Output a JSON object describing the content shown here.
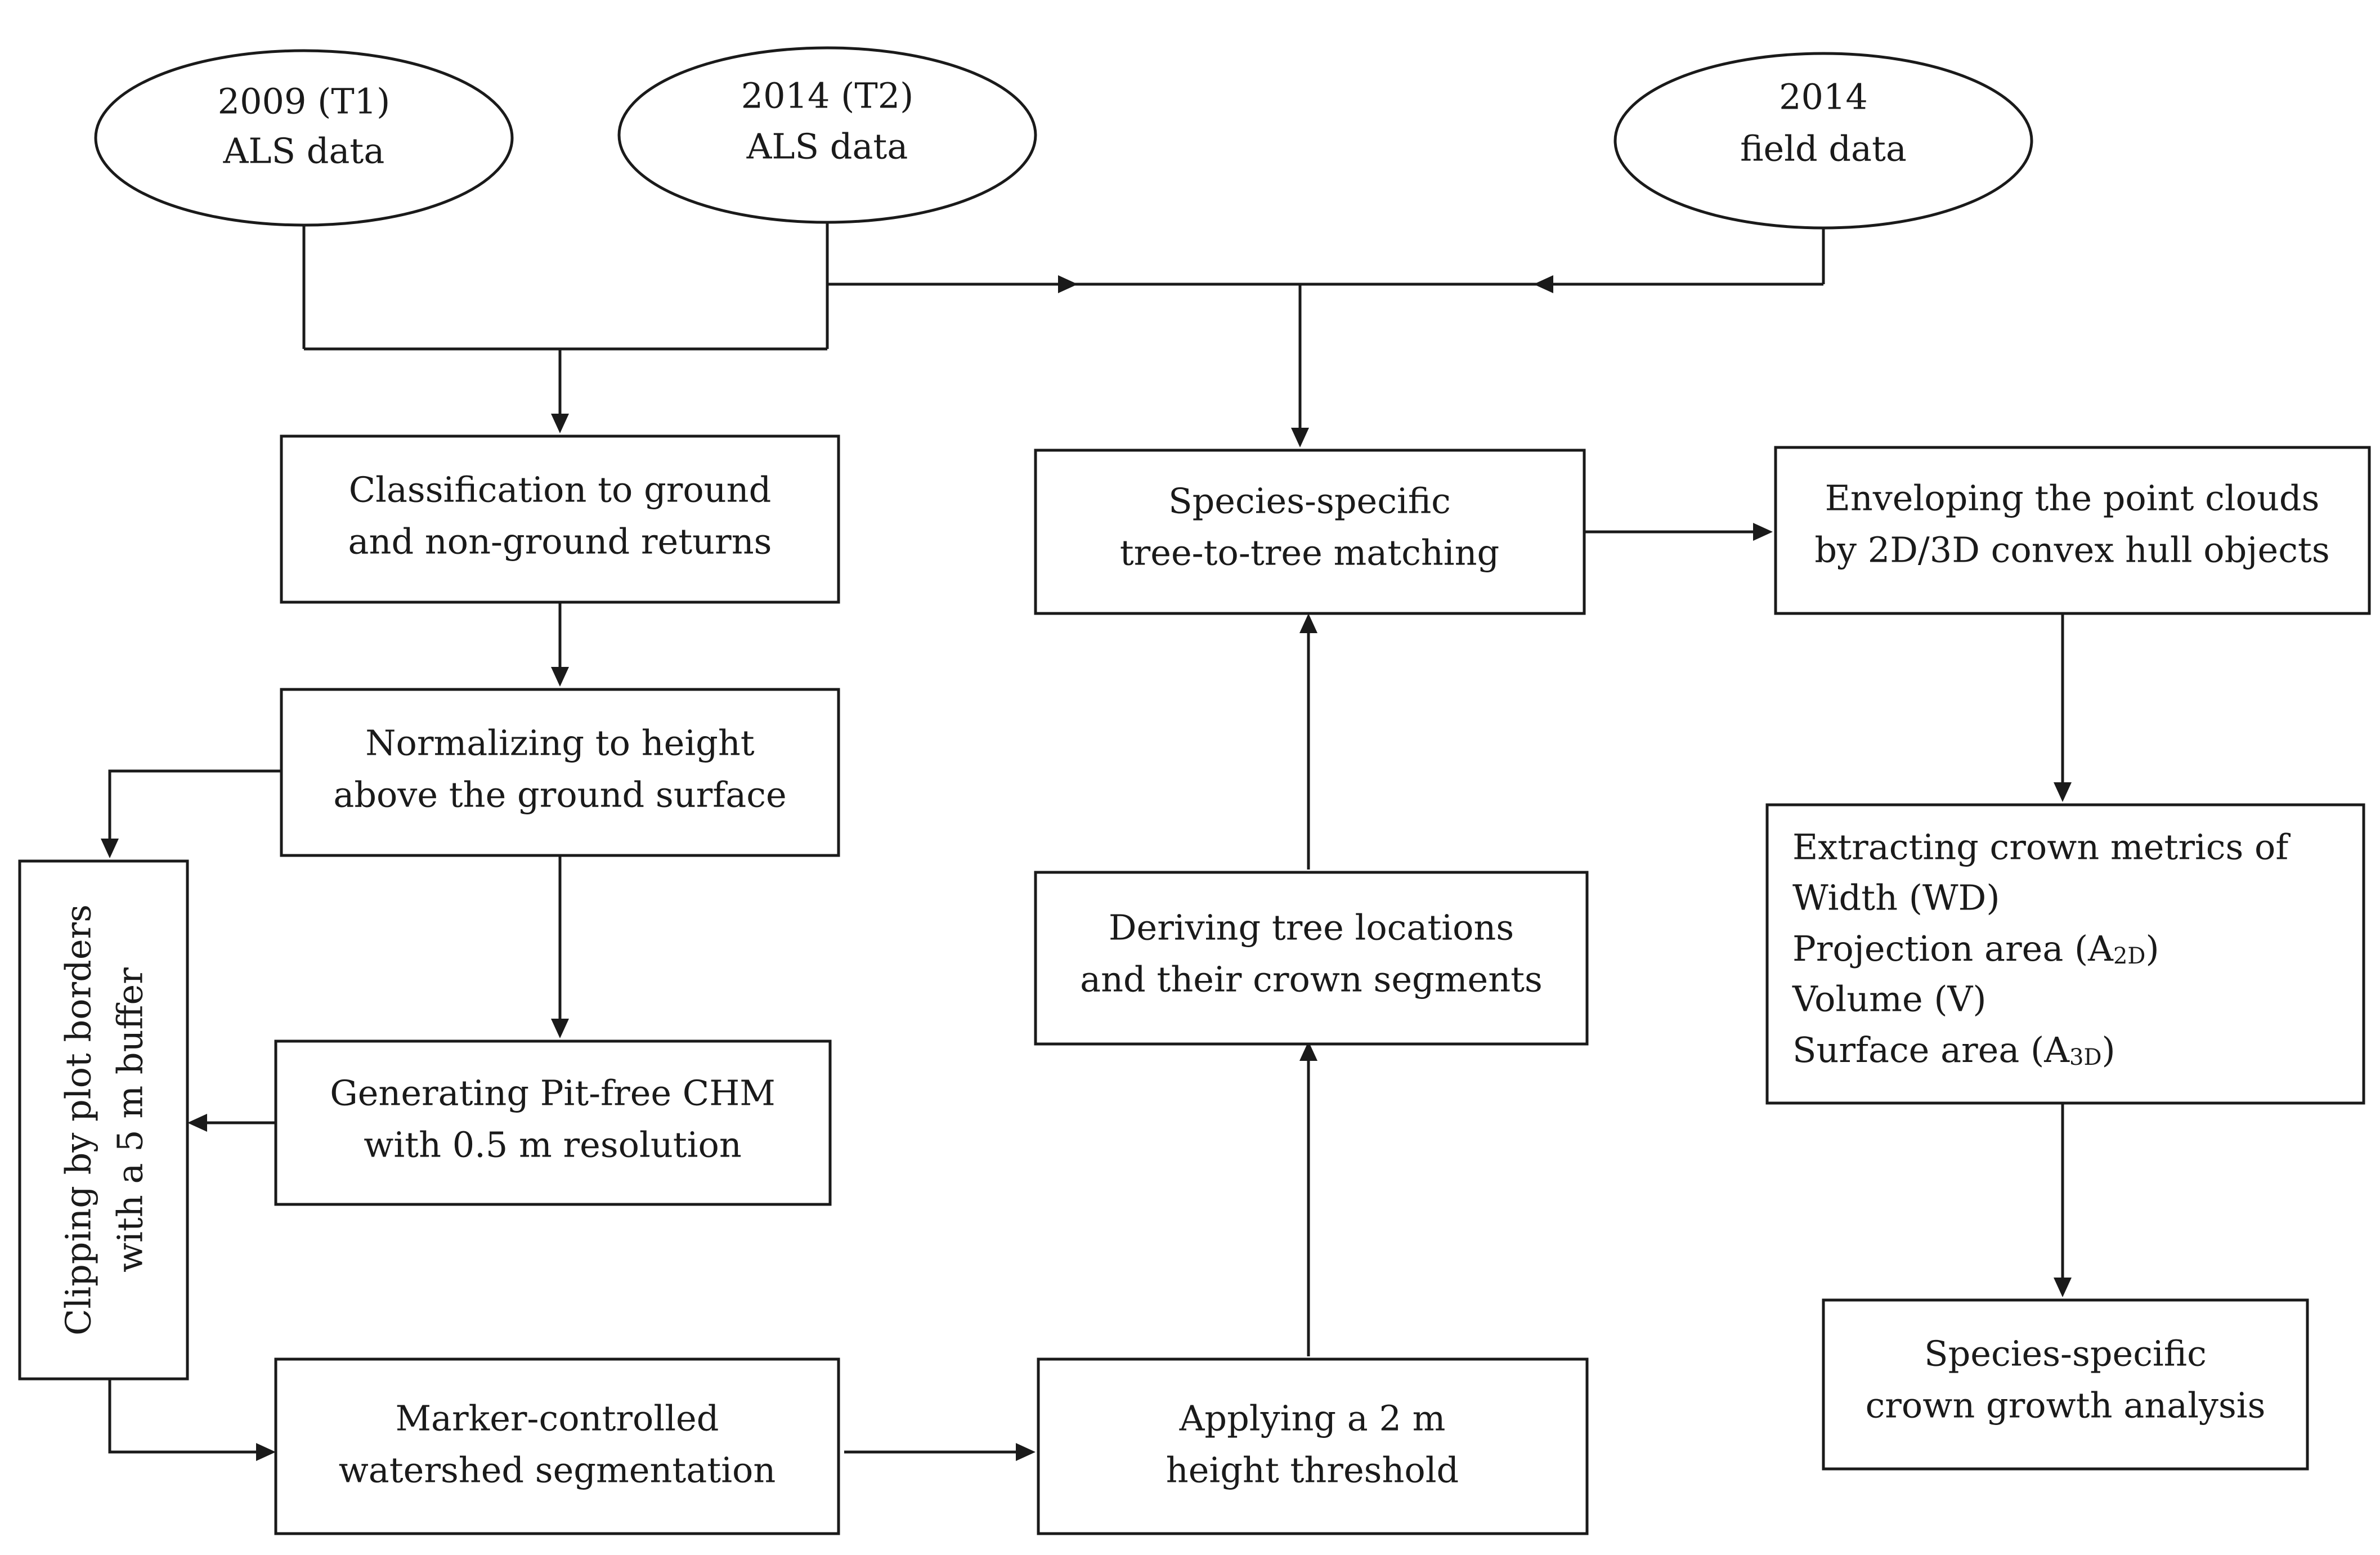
{
  "colors": {
    "ink": "#1a1a1a",
    "background": "#ffffff"
  },
  "nodes": {
    "als_2009": {
      "lines": [
        "2009 (T1)",
        "ALS data"
      ]
    },
    "als_2014": {
      "lines": [
        "2014 (T2)",
        "ALS data"
      ]
    },
    "field_2014": {
      "lines": [
        "2014",
        "field data"
      ]
    },
    "classification": {
      "lines": [
        "Classification to ground",
        "and non-ground returns"
      ]
    },
    "normalizing": {
      "lines": [
        "Normalizing to height",
        "above the ground surface"
      ]
    },
    "clipping": {
      "lines": [
        "Clipping by plot borders",
        "with a 5 m buffer"
      ]
    },
    "chm": {
      "lines": [
        "Generating Pit-free CHM",
        "with 0.5 m resolution"
      ]
    },
    "watershed": {
      "lines": [
        "Marker-controlled",
        "watershed segmentation"
      ]
    },
    "threshold": {
      "lines": [
        "Applying a 2 m",
        "height threshold"
      ]
    },
    "deriving": {
      "lines": [
        "Deriving tree locations",
        "and their crown segments"
      ]
    },
    "matching": {
      "lines": [
        "Species-specific",
        "tree-to-tree matching"
      ]
    },
    "enveloping": {
      "lines": [
        "Enveloping the point clouds",
        "by 2D/3D convex hull objects"
      ]
    },
    "extracting": {
      "title": "Extracting crown metrics of",
      "metrics": [
        {
          "label": "Width (WD)",
          "base": "",
          "sub": "",
          "tail": ""
        },
        {
          "label": "",
          "base": "Projection area (A",
          "sub": "2D",
          "tail": ")"
        },
        {
          "label": "Volume (V)",
          "base": "",
          "sub": "",
          "tail": ""
        },
        {
          "label": "",
          "base": "Surface area (A",
          "sub": "3D",
          "tail": ")"
        }
      ]
    },
    "growth": {
      "lines": [
        "Species-specific",
        "crown growth analysis"
      ]
    }
  }
}
